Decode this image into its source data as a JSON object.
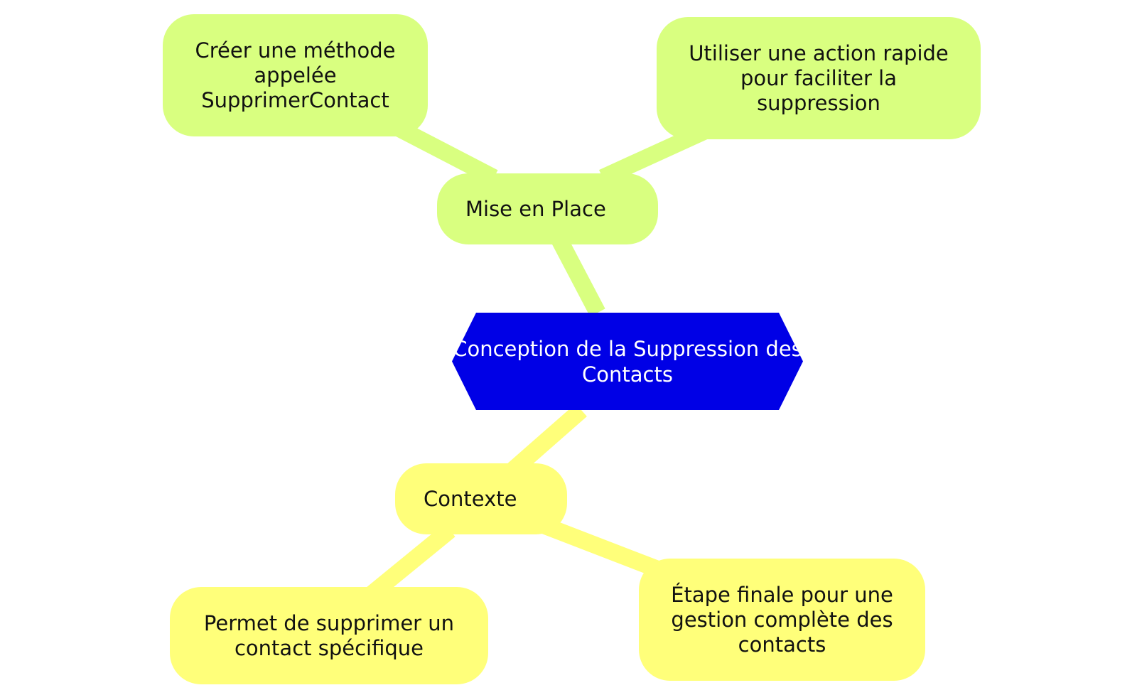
{
  "colors": {
    "root_fill": "#0000e6",
    "root_text": "#ffffff",
    "branch_green": "#d9ff80",
    "branch_yellow": "#ffff7a"
  },
  "root": {
    "line1": "Conception de la",
    "line2": "Suppression des Contacts"
  },
  "branches": {
    "mise_en_place": {
      "label": "Mise en Place",
      "children": [
        {
          "lines": [
            "Créer une méthode",
            "appelée",
            "SupprimerContact"
          ]
        },
        {
          "lines": [
            "Utiliser une action rapide",
            "pour faciliter la",
            "suppression"
          ]
        }
      ]
    },
    "contexte": {
      "label": "Contexte",
      "children": [
        {
          "lines": [
            "Permet de supprimer un",
            "contact spécifique"
          ]
        },
        {
          "lines": [
            "Étape finale pour une",
            "gestion complète des",
            "contacts"
          ]
        }
      ]
    }
  }
}
